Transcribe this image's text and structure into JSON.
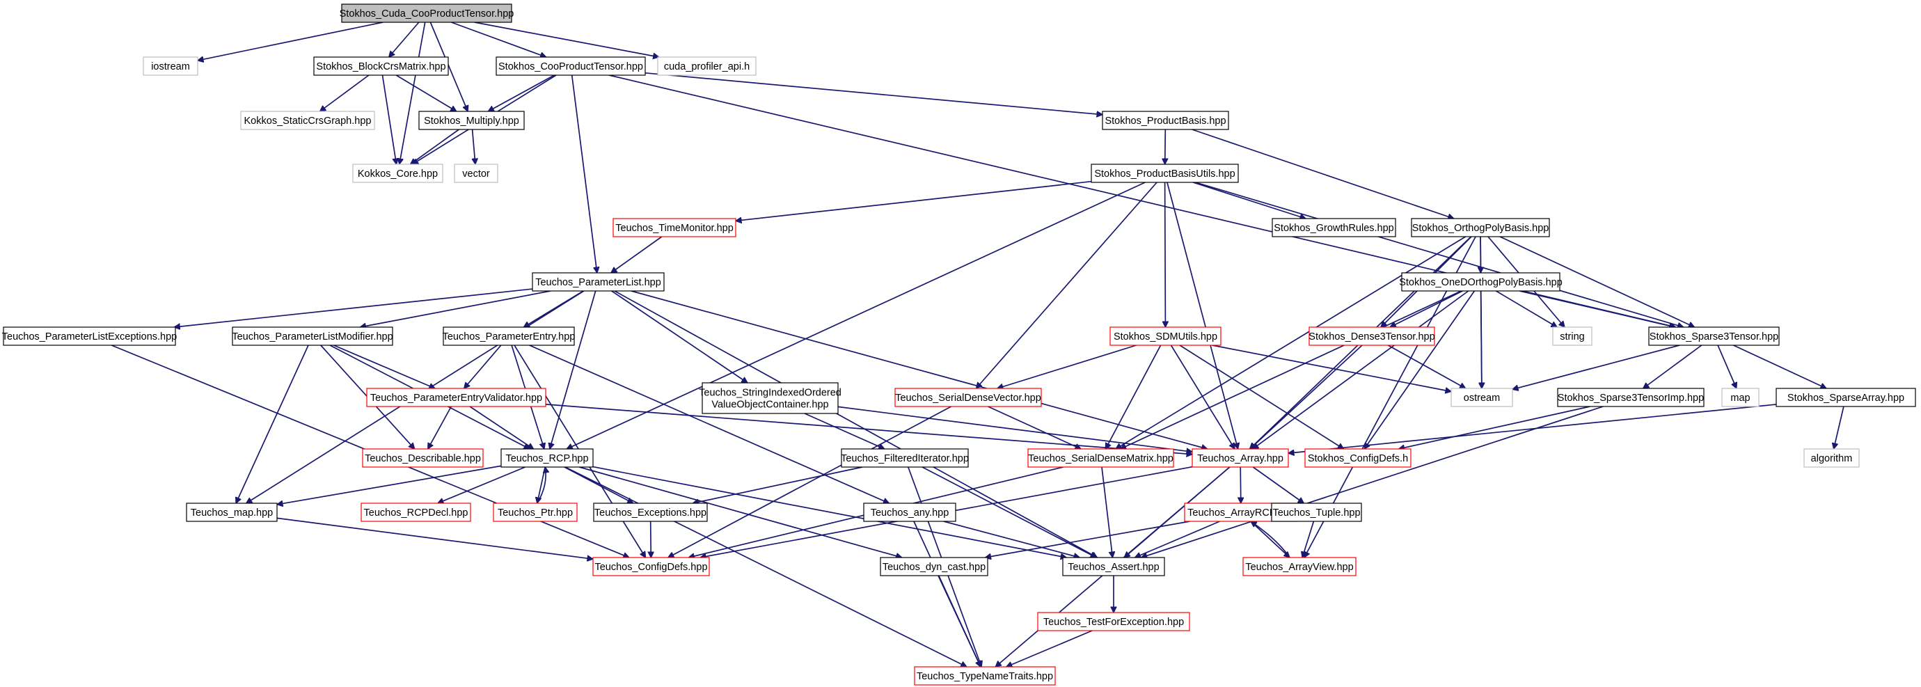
{
  "colors": {
    "edge": "#191970",
    "root_fill": "#bfbfbf",
    "normal_border": "#000000",
    "missing_border": "#ff0000",
    "system_border": "#bfbfbf",
    "background": "#ffffff"
  },
  "nodes": {
    "root": {
      "label": "Stokhos_Cuda_CooProductTensor.hpp",
      "kind": "root"
    },
    "iostream": {
      "label": "iostream",
      "kind": "system"
    },
    "blockcrs": {
      "label": "Stokhos_BlockCrsMatrix.hpp",
      "kind": "normal"
    },
    "cooproduct": {
      "label": "Stokhos_CooProductTensor.hpp",
      "kind": "normal"
    },
    "cudaprof": {
      "label": "cuda_profiler_api.h",
      "kind": "system"
    },
    "staticcrs": {
      "label": "Kokkos_StaticCrsGraph.hpp",
      "kind": "system"
    },
    "multiply": {
      "label": "Stokhos_Multiply.hpp",
      "kind": "normal"
    },
    "kokkoscore": {
      "label": "Kokkos_Core.hpp",
      "kind": "system"
    },
    "vector": {
      "label": "vector",
      "kind": "system"
    },
    "productbasis": {
      "label": "Stokhos_ProductBasis.hpp",
      "kind": "normal"
    },
    "pbutils": {
      "label": "Stokhos_ProductBasisUtils.hpp",
      "kind": "normal"
    },
    "timemonitor": {
      "label": "Teuchos_TimeMonitor.hpp",
      "kind": "missing"
    },
    "growthrules": {
      "label": "Stokhos_GrowthRules.hpp",
      "kind": "normal"
    },
    "orthopoly": {
      "label": "Stokhos_OrthogPolyBasis.hpp",
      "kind": "normal"
    },
    "paramlist": {
      "label": "Teuchos_ParameterList.hpp",
      "kind": "normal"
    },
    "onedortho": {
      "label": "Stokhos_OneDOrthogPolyBasis.hpp",
      "kind": "normal"
    },
    "paramlistexc": {
      "label": "Teuchos_ParameterListExceptions.hpp",
      "kind": "normal"
    },
    "paramlistmod": {
      "label": "Teuchos_ParameterListModifier.hpp",
      "kind": "normal"
    },
    "paramentry": {
      "label": "Teuchos_ParameterEntry.hpp",
      "kind": "normal"
    },
    "sdmutils": {
      "label": "Stokhos_SDMUtils.hpp",
      "kind": "missing"
    },
    "dense3": {
      "label": "Stokhos_Dense3Tensor.hpp",
      "kind": "missing"
    },
    "string": {
      "label": "string",
      "kind": "system"
    },
    "sparse3": {
      "label": "Stokhos_Sparse3Tensor.hpp",
      "kind": "normal"
    },
    "paramentryval": {
      "label": "Teuchos_ParameterEntryValidator.hpp",
      "kind": "missing"
    },
    "stringindexed": {
      "label": "Teuchos_StringIndexedOrdered|ValueObjectContainer.hpp",
      "kind": "normal"
    },
    "serialdensevec": {
      "label": "Teuchos_SerialDenseVector.hpp",
      "kind": "missing"
    },
    "ostream": {
      "label": "ostream",
      "kind": "system"
    },
    "sparse3imp": {
      "label": "Stokhos_Sparse3TensorImp.hpp",
      "kind": "normal"
    },
    "map": {
      "label": "map",
      "kind": "system"
    },
    "sparsearray": {
      "label": "Stokhos_SparseArray.hpp",
      "kind": "normal"
    },
    "describable": {
      "label": "Teuchos_Describable.hpp",
      "kind": "missing"
    },
    "rcp": {
      "label": "Teuchos_RCP.hpp",
      "kind": "normal"
    },
    "filterediter": {
      "label": "Teuchos_FilteredIterator.hpp",
      "kind": "normal"
    },
    "serialdensemat": {
      "label": "Teuchos_SerialDenseMatrix.hpp",
      "kind": "missing"
    },
    "tarray": {
      "label": "Teuchos_Array.hpp",
      "kind": "missing"
    },
    "configdefsh": {
      "label": "Stokhos_ConfigDefs.h",
      "kind": "missing"
    },
    "algorithm": {
      "label": "algorithm",
      "kind": "system"
    },
    "tmap": {
      "label": "Teuchos_map.hpp",
      "kind": "normal"
    },
    "rcpdecl": {
      "label": "Teuchos_RCPDecl.hpp",
      "kind": "missing"
    },
    "ptr": {
      "label": "Teuchos_Ptr.hpp",
      "kind": "missing"
    },
    "exceptions": {
      "label": "Teuchos_Exceptions.hpp",
      "kind": "normal"
    },
    "any": {
      "label": "Teuchos_any.hpp",
      "kind": "normal"
    },
    "arrayrcp": {
      "label": "Teuchos_ArrayRCP.hpp",
      "kind": "missing"
    },
    "tuple": {
      "label": "Teuchos_Tuple.hpp",
      "kind": "normal"
    },
    "teuchosconfig": {
      "label": "Teuchos_ConfigDefs.hpp",
      "kind": "missing"
    },
    "dyncast": {
      "label": "Teuchos_dyn_cast.hpp",
      "kind": "normal"
    },
    "assert": {
      "label": "Teuchos_Assert.hpp",
      "kind": "normal"
    },
    "arrayview": {
      "label": "Teuchos_ArrayView.hpp",
      "kind": "missing"
    },
    "testforexc": {
      "label": "Teuchos_TestForException.hpp",
      "kind": "missing"
    },
    "typenametraits": {
      "label": "Teuchos_TypeNameTraits.hpp",
      "kind": "missing"
    }
  },
  "edges": [
    [
      "root",
      "iostream"
    ],
    [
      "root",
      "blockcrs"
    ],
    [
      "root",
      "cooproduct"
    ],
    [
      "root",
      "cudaprof"
    ],
    [
      "root",
      "multiply"
    ],
    [
      "root",
      "kokkoscore"
    ],
    [
      "blockcrs",
      "staticcrs"
    ],
    [
      "blockcrs",
      "multiply"
    ],
    [
      "blockcrs",
      "kokkoscore"
    ],
    [
      "multiply",
      "kokkoscore"
    ],
    [
      "multiply",
      "vector"
    ],
    [
      "cooproduct",
      "multiply"
    ],
    [
      "cooproduct",
      "kokkoscore"
    ],
    [
      "cooproduct",
      "productbasis"
    ],
    [
      "cooproduct",
      "paramlist"
    ],
    [
      "cooproduct",
      "sparse3"
    ],
    [
      "productbasis",
      "pbutils"
    ],
    [
      "productbasis",
      "orthopoly"
    ],
    [
      "pbutils",
      "timemonitor"
    ],
    [
      "pbutils",
      "growthrules"
    ],
    [
      "pbutils",
      "sdmutils"
    ],
    [
      "pbutils",
      "serialdensevec"
    ],
    [
      "pbutils",
      "tarray"
    ],
    [
      "pbutils",
      "rcp"
    ],
    [
      "pbutils",
      "sparse3"
    ],
    [
      "timemonitor",
      "paramlist"
    ],
    [
      "orthopoly",
      "onedortho"
    ],
    [
      "orthopoly",
      "dense3"
    ],
    [
      "orthopoly",
      "string"
    ],
    [
      "orthopoly",
      "sparse3"
    ],
    [
      "orthopoly",
      "ostream"
    ],
    [
      "orthopoly",
      "tarray"
    ],
    [
      "orthopoly",
      "serialdensemat"
    ],
    [
      "orthopoly",
      "arrayview"
    ],
    [
      "onedortho",
      "dense3"
    ],
    [
      "onedortho",
      "sparse3"
    ],
    [
      "onedortho",
      "string"
    ],
    [
      "onedortho",
      "ostream"
    ],
    [
      "onedortho",
      "tarray"
    ],
    [
      "onedortho",
      "serialdensemat"
    ],
    [
      "onedortho",
      "configdefsh"
    ],
    [
      "paramlist",
      "paramlistexc"
    ],
    [
      "paramlist",
      "paramlistmod"
    ],
    [
      "paramlist",
      "paramentry"
    ],
    [
      "paramlist",
      "stringindexed"
    ],
    [
      "paramlist",
      "tmap"
    ],
    [
      "paramlist",
      "rcp"
    ],
    [
      "paramlist",
      "tarray"
    ],
    [
      "paramlist",
      "assert"
    ],
    [
      "paramlistexc",
      "teuchosconfig"
    ],
    [
      "paramlistmod",
      "paramentryval"
    ],
    [
      "paramlistmod",
      "describable"
    ],
    [
      "paramlistmod",
      "rcp"
    ],
    [
      "paramlistmod",
      "tmap"
    ],
    [
      "paramentry",
      "paramentryval"
    ],
    [
      "paramentry",
      "rcp"
    ],
    [
      "paramentry",
      "any"
    ],
    [
      "paramentry",
      "teuchosconfig"
    ],
    [
      "paramentryval",
      "describable"
    ],
    [
      "paramentryval",
      "rcp"
    ],
    [
      "paramentryval",
      "tarray"
    ],
    [
      "stringindexed",
      "filterediter"
    ],
    [
      "stringindexed",
      "tarray"
    ],
    [
      "sdmutils",
      "serialdensevec"
    ],
    [
      "sdmutils",
      "serialdensemat"
    ],
    [
      "sdmutils",
      "tarray"
    ],
    [
      "sdmutils",
      "ostream"
    ],
    [
      "sdmutils",
      "configdefsh"
    ],
    [
      "dense3",
      "ostream"
    ],
    [
      "dense3",
      "tarray"
    ],
    [
      "sparse3",
      "ostream"
    ],
    [
      "sparse3",
      "map"
    ],
    [
      "sparse3",
      "sparse3imp"
    ],
    [
      "sparse3",
      "sparsearray"
    ],
    [
      "sparse3imp",
      "configdefsh"
    ],
    [
      "sparse3imp",
      "assert"
    ],
    [
      "sparsearray",
      "algorithm"
    ],
    [
      "sparsearray",
      "tarray"
    ],
    [
      "serialdensevec",
      "serialdensemat"
    ],
    [
      "serialdensevec",
      "teuchosconfig"
    ],
    [
      "serialdensemat",
      "assert"
    ],
    [
      "serialdensemat",
      "teuchosconfig"
    ],
    [
      "filterediter",
      "exceptions"
    ],
    [
      "filterediter",
      "assert"
    ],
    [
      "filterediter",
      "typenametraits"
    ],
    [
      "rcp",
      "rcpdecl"
    ],
    [
      "rcp",
      "ptr"
    ],
    [
      "rcp",
      "exceptions"
    ],
    [
      "rcp",
      "tmap"
    ],
    [
      "rcp",
      "dyncast"
    ],
    [
      "rcp",
      "assert"
    ],
    [
      "rcp",
      "typenametraits"
    ],
    [
      "ptr",
      "rcp"
    ],
    [
      "tmap",
      "teuchosconfig"
    ],
    [
      "exceptions",
      "teuchosconfig"
    ],
    [
      "any",
      "assert"
    ],
    [
      "any",
      "typenametraits"
    ],
    [
      "tarray",
      "arrayrcp"
    ],
    [
      "tarray",
      "tuple"
    ],
    [
      "tarray",
      "assert"
    ],
    [
      "tarray",
      "teuchosconfig"
    ],
    [
      "tarray",
      "typenametraits"
    ],
    [
      "arrayrcp",
      "arrayview"
    ],
    [
      "arrayrcp",
      "assert"
    ],
    [
      "arrayrcp",
      "dyncast"
    ],
    [
      "arrayview",
      "arrayrcp"
    ],
    [
      "tuple",
      "arrayview"
    ],
    [
      "dyncast",
      "typenametraits"
    ],
    [
      "assert",
      "testforexc"
    ],
    [
      "testforexc",
      "typenametraits"
    ]
  ]
}
